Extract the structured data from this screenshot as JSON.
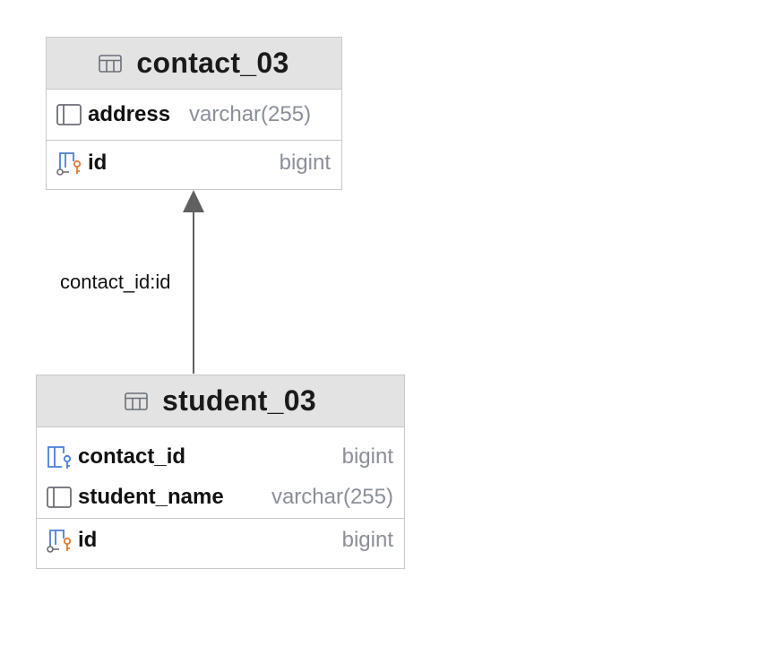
{
  "entities": {
    "contact": {
      "name": "contact_03",
      "columns": [
        {
          "name": "address",
          "type": "varchar(255)",
          "icon": "column-icon"
        }
      ],
      "keys": [
        {
          "name": "id",
          "type": "bigint",
          "icon": "primary-key-icon"
        }
      ]
    },
    "student": {
      "name": "student_03",
      "columns": [
        {
          "name": "contact_id",
          "type": "bigint",
          "icon": "foreign-key-icon"
        },
        {
          "name": "student_name",
          "type": "varchar(255)",
          "icon": "column-icon"
        }
      ],
      "keys": [
        {
          "name": "id",
          "type": "bigint",
          "icon": "primary-key-icon"
        }
      ]
    }
  },
  "relationship": {
    "label": "contact_id:id",
    "from": "student_03",
    "to": "contact_03"
  },
  "colors": {
    "header": "#e3e3e3",
    "border": "#c8c8c8",
    "type_text": "#8a8f99",
    "key_blue": "#4a7fd6",
    "key_orange": "#e0782a",
    "arrow": "#606060"
  }
}
